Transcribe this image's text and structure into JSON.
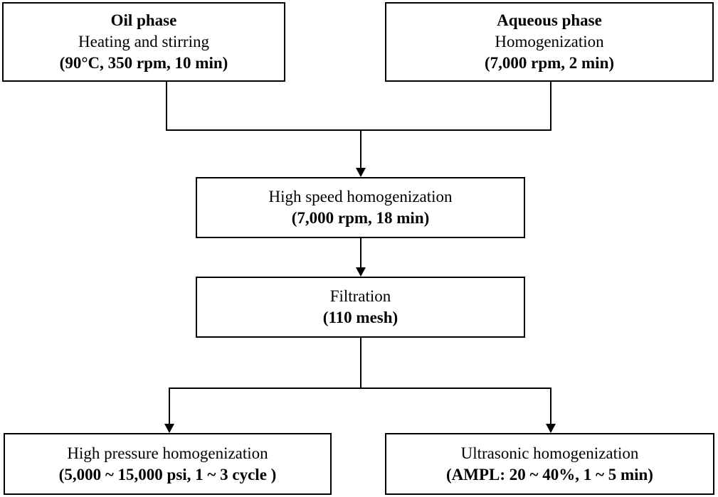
{
  "oil_phase": {
    "title": "Oil phase",
    "step": "Heating and stirring",
    "conditions": "(90°C, 350 rpm, 10 min)"
  },
  "aqueous_phase": {
    "title": "Aqueous phase",
    "step": "Homogenization",
    "conditions": "(7,000 rpm, 2 min)"
  },
  "high_speed": {
    "step": "High speed homogenization",
    "conditions": "(7,000 rpm, 18 min)"
  },
  "filtration": {
    "step": "Filtration",
    "conditions": "(110 mesh)"
  },
  "high_pressure": {
    "step": "High pressure homogenization",
    "conditions": "(5,000 ~ 15,000 psi, 1 ~ 3 cycle )"
  },
  "ultrasonic": {
    "step": "Ultrasonic homogenization",
    "conditions": "(AMPL: 20 ~ 40%, 1 ~ 5 min)"
  }
}
